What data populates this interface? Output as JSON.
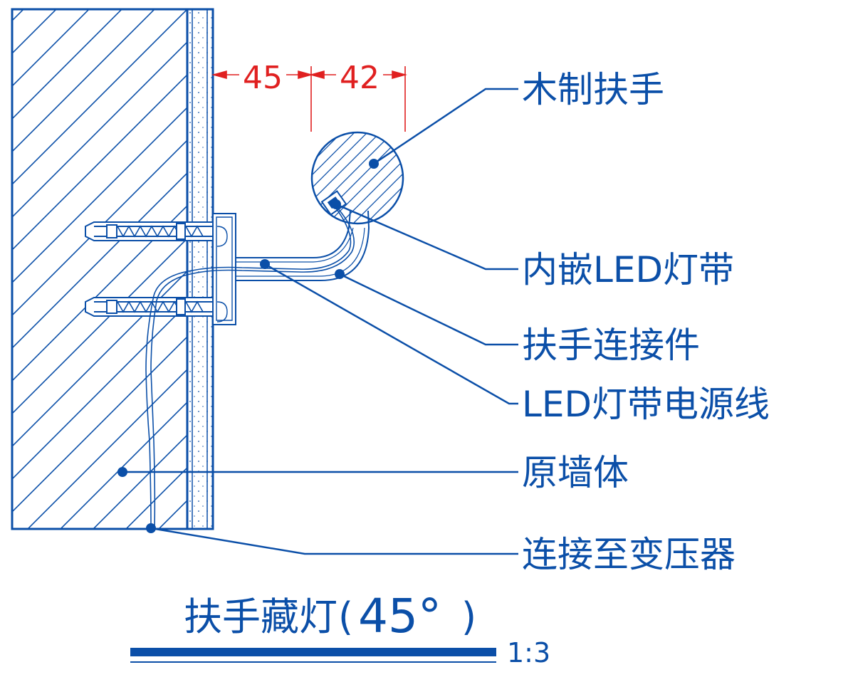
{
  "colors": {
    "line": "#0b4fa8",
    "dimension": "#e02020",
    "background": "#ffffff"
  },
  "dimensions": {
    "left": "45",
    "right": "42"
  },
  "labels": {
    "handrail": "木制扶手",
    "led_strip": "内嵌LED灯带",
    "connector": "扶手连接件",
    "power_cable": "LED灯带电源线",
    "wall": "原墙体",
    "transformer": "连接至变压器"
  },
  "title": {
    "main": "扶手藏灯",
    "open": "(",
    "angle": "45°",
    "close": ")"
  },
  "scale": "1:3"
}
